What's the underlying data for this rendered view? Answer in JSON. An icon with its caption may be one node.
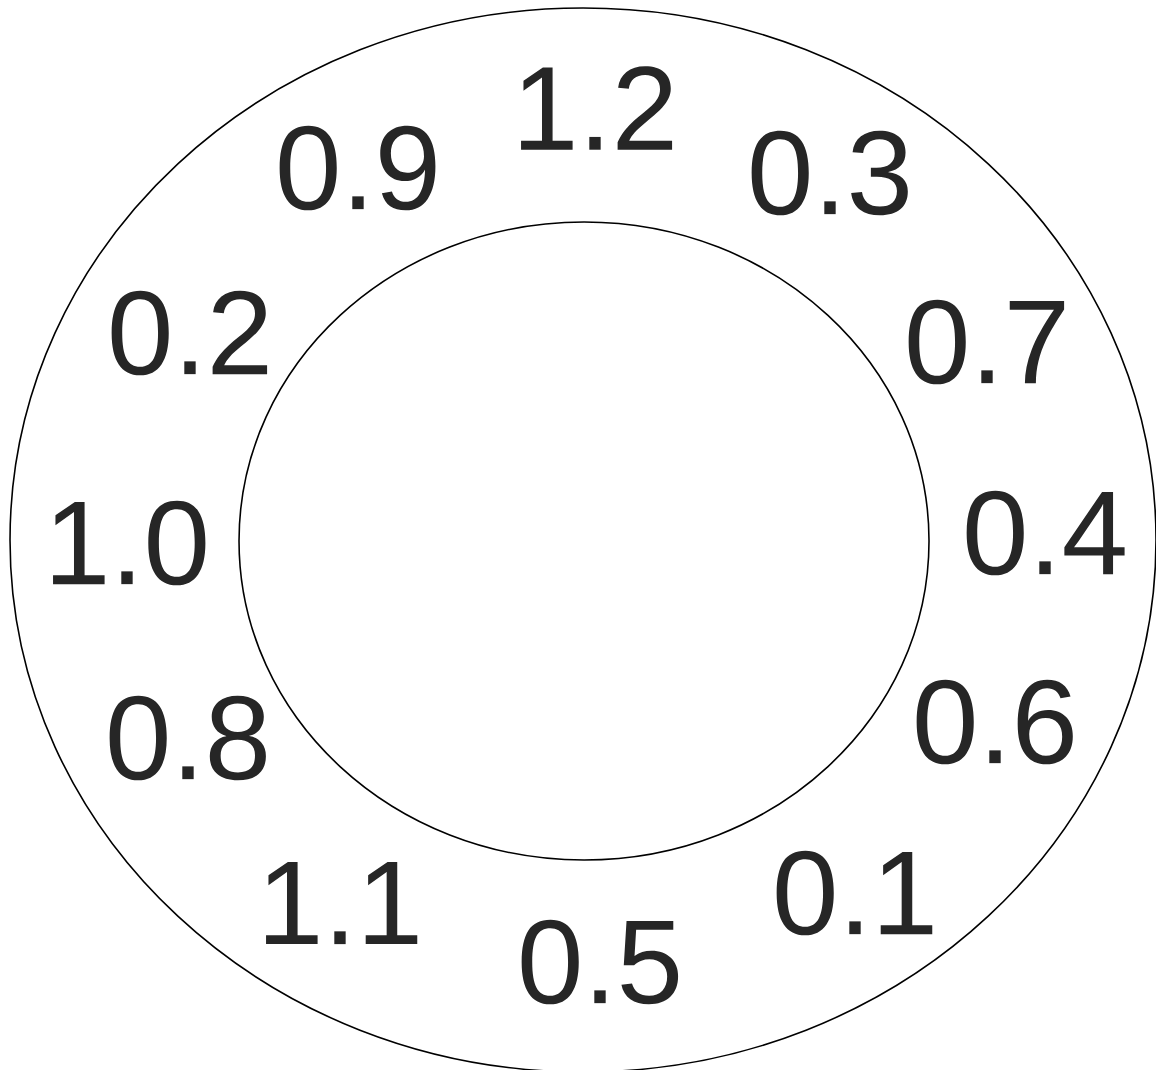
{
  "diagram": {
    "nodes": [
      {
        "text": [
          "1.2",
          "0.9",
          "0.3",
          "0.2",
          "0.7",
          "1.0",
          "0.4",
          "0.8",
          "0.6",
          "1.1",
          "0.1",
          "0.5"
        ]
      },
      {
        "text": [],
        "shape": "circle",
        "in": 0
      }
    ]
  }
}
